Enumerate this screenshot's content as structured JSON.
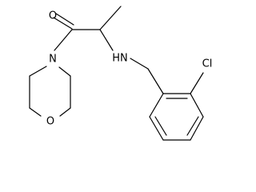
{
  "molecule": {
    "atom_labels": {
      "carbonyl_oxygen": "O",
      "morpholine_nitrogen": "N",
      "morpholine_oxygen": "O",
      "amine": "HN",
      "chlorine": "Cl"
    }
  }
}
